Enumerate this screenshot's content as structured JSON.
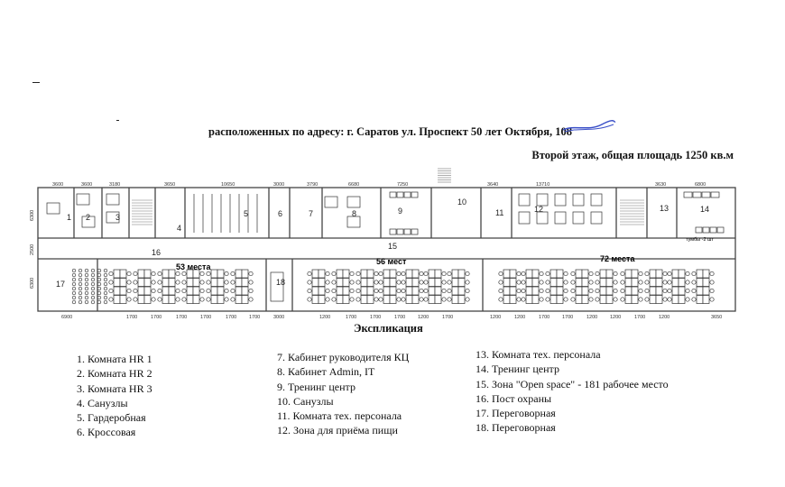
{
  "header": {
    "address_line": "расположенных по адресу: г. Саратов ул. Проспект 50 лет Октября, 108",
    "floor_line": "Второй этаж, общая площадь 1250 кв.м"
  },
  "plan": {
    "rooms": [
      {
        "n": "1"
      },
      {
        "n": "2"
      },
      {
        "n": "3"
      },
      {
        "n": "4"
      },
      {
        "n": "5"
      },
      {
        "n": "6"
      },
      {
        "n": "7"
      },
      {
        "n": "8"
      },
      {
        "n": "9"
      },
      {
        "n": "10"
      },
      {
        "n": "11"
      },
      {
        "n": "12"
      },
      {
        "n": "13"
      },
      {
        "n": "14"
      },
      {
        "n": "15"
      },
      {
        "n": "16"
      },
      {
        "n": "17"
      },
      {
        "n": "18"
      }
    ],
    "seat_counts": [
      "53 места",
      "56 мест",
      "72 места"
    ],
    "note": "тумбы -2 шт",
    "top_dims": [
      "3600",
      "3600",
      "3180",
      "3650",
      "10650",
      "3000",
      "3790",
      "6680",
      "7250",
      "3640",
      "13710",
      "3630",
      "6800"
    ],
    "left_dims": [
      "6300",
      "2500",
      "6300"
    ],
    "bottom_dims": [
      "6900",
      "1700",
      "1700",
      "1700",
      "1700",
      "1700",
      "1700",
      "3000",
      "1200",
      "1200",
      "1700",
      "1700",
      "1700",
      "1200",
      "1700",
      "1200",
      "1700",
      "1700",
      "1200",
      "1200",
      "1700",
      "1200",
      "3650"
    ]
  },
  "explication": {
    "title": "Экспликация",
    "col1": [
      "1. Комната HR 1",
      "2. Комната HR 2",
      "3. Комната HR 3",
      "4. Санузлы",
      "5. Гардеробная",
      "6. Кроссовая"
    ],
    "col2": [
      "7. Кабинет руководителя КЦ",
      "8. Кабинет Admin, IT",
      "9. Тренинг центр",
      "10. Санузлы",
      "11. Комната тех. персонала",
      "12. Зона для приёма пищи"
    ],
    "col3": [
      "13. Комната тех. персонала",
      "14. Тренинг центр",
      "15. Зона \"Open space\" - 181 рабочее место",
      "16. Пост охраны",
      "17. Переговорная",
      "18. Переговорная"
    ]
  },
  "colors": {
    "ink": "#111111",
    "stamp": "#3a4fc8",
    "wall": "#444444"
  }
}
